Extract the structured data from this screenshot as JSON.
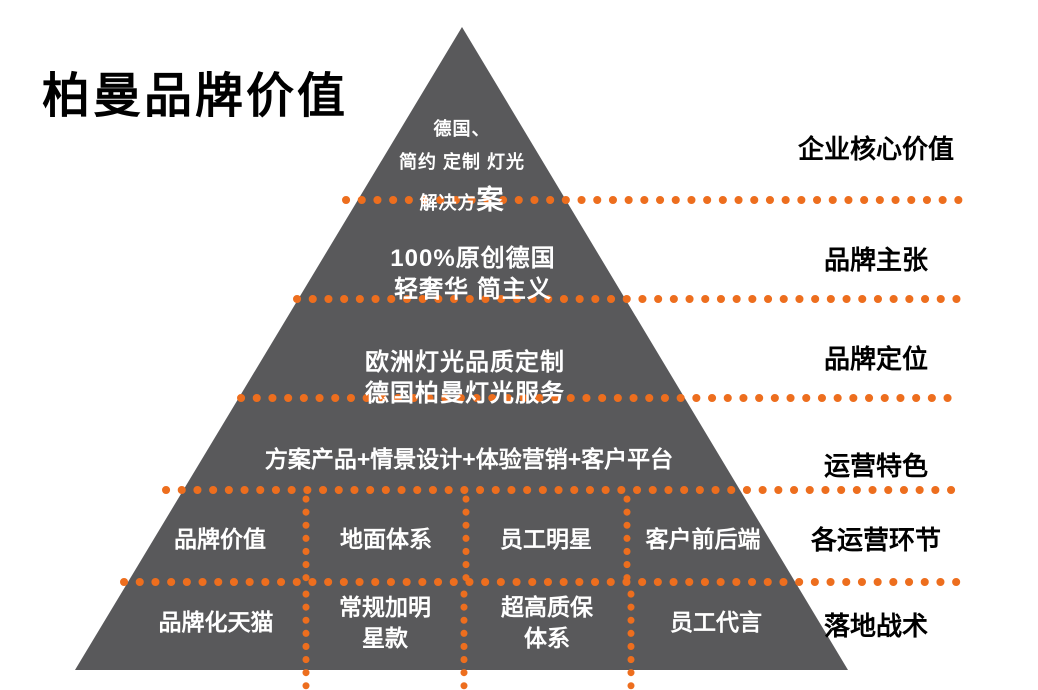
{
  "title": "柏曼品牌价值",
  "colors": {
    "pyramid_fill": "#59595B",
    "dot_orange": "#ED6E1E",
    "pyramid_text": "#FFFFFF",
    "label_text": "#000000",
    "background": "#FFFFFF"
  },
  "pyramid": {
    "level1": {
      "line1": "德国、",
      "line2": "简约 定制 灯光",
      "line3_prefix": "解决方",
      "line3_suffix": "案"
    },
    "level2": {
      "line1": "100%原创德国",
      "line2": "轻奢华 简主义"
    },
    "level3": {
      "line1": "欧洲灯光品质定制",
      "line2": "德国柏曼灯光服务"
    },
    "level4": {
      "line1": "方案产品+情景设计+体验营销+客户平台"
    },
    "level5": {
      "cells": [
        "品牌价值",
        "地面体系",
        "员工明星",
        "客户前后端"
      ]
    },
    "level6": {
      "cells": [
        "品牌化天猫",
        "常规加明星款",
        "超高质保体系",
        "员工代言"
      ]
    }
  },
  "right_labels": [
    {
      "label": "企业核心价值"
    },
    {
      "label": "品牌主张"
    },
    {
      "label": "品牌定位"
    },
    {
      "label": "运营特色"
    },
    {
      "label": "各运营环节"
    },
    {
      "label": "落地战术"
    }
  ]
}
